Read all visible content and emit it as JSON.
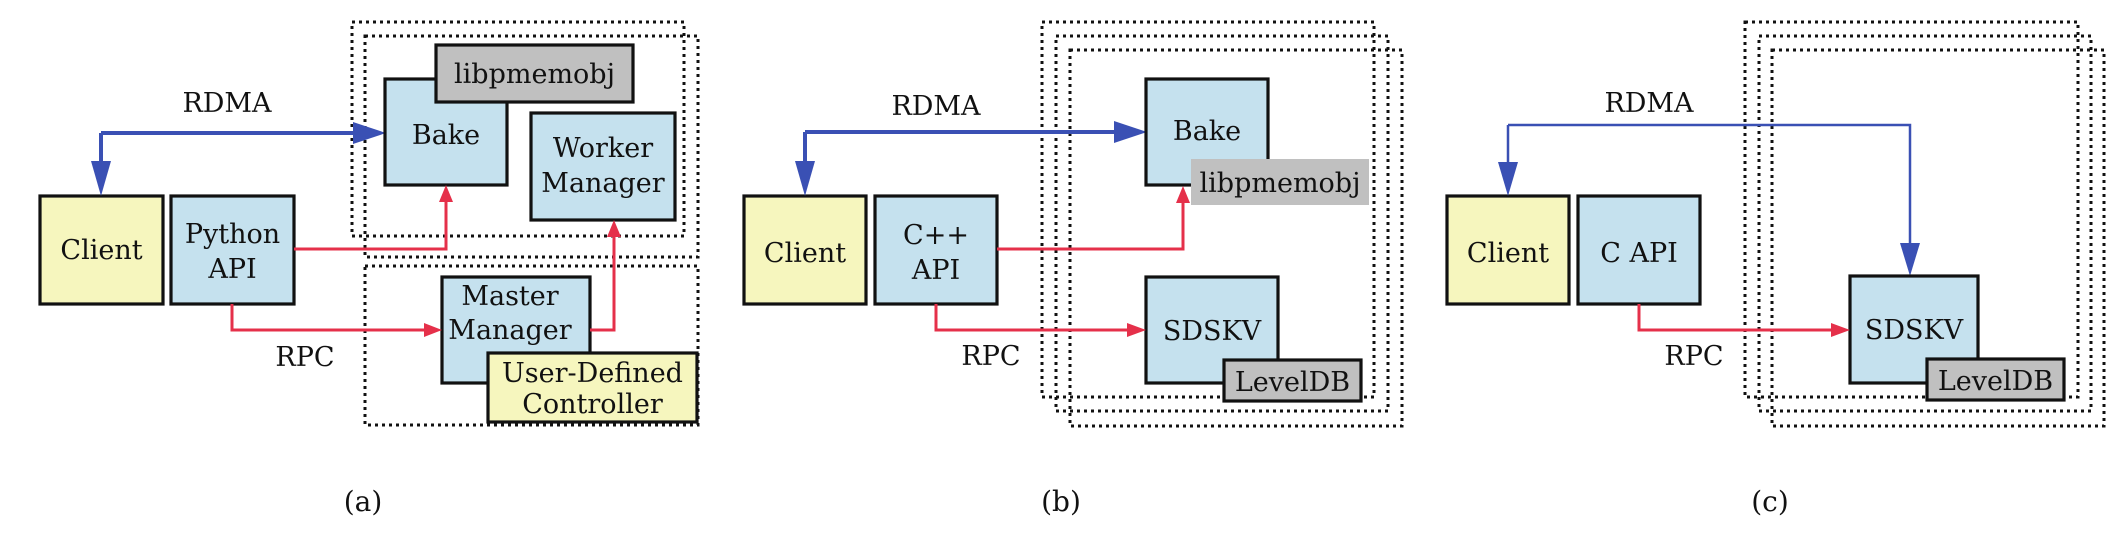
{
  "figure": {
    "colors": {
      "client_fill": "#f6f6be",
      "component_fill": "#c5e1ee",
      "library_fill": "#c0c0c0",
      "controller_fill": "#f6f6be",
      "rdma_arrow": "#3a50b4",
      "rpc_arrow": "#e5304a"
    },
    "panels": [
      {
        "id": "a",
        "caption": "(a)",
        "rdma_label": "RDMA",
        "rpc_label": "RPC",
        "client": "Client",
        "api": [
          "Python",
          "API"
        ],
        "bake": "Bake",
        "storage_lib": "libpmemobj",
        "worker_manager": [
          "Worker",
          "Manager"
        ],
        "master_manager": [
          "Master",
          "Manager"
        ],
        "controller": [
          "User-Defined",
          "Controller"
        ]
      },
      {
        "id": "b",
        "caption": "(b)",
        "rdma_label": "RDMA",
        "rpc_label": "RPC",
        "client": "Client",
        "api": [
          "C++",
          "API"
        ],
        "bake": "Bake",
        "storage_lib": "libpmemobj",
        "kv": "SDSKV",
        "kv_lib": "LevelDB"
      },
      {
        "id": "c",
        "caption": "(c)",
        "rdma_label": "RDMA",
        "rpc_label": "RPC",
        "client": "Client",
        "api": [
          "C API"
        ],
        "kv": "SDSKV",
        "kv_lib": "LevelDB"
      }
    ]
  }
}
